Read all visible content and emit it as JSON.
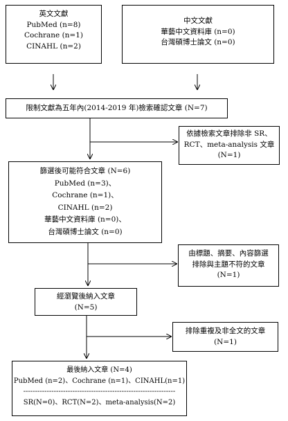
{
  "english_sources": {
    "title": "英文文獻",
    "lines": [
      "PubMed (n=8)",
      "Cochrane (n=1)",
      "CINAHL (n=2)"
    ]
  },
  "chinese_sources": {
    "title": "中文文獻",
    "lines": [
      "華藝中文資料庫  (n=0)",
      "台灣碩博士論文  (n=0)"
    ]
  },
  "restrict": {
    "text": "限制文獻為五年內(2014-2019 年)檢索確認文章 (N=7)"
  },
  "exclude1": {
    "lines": [
      "依據檢索文章排除非 SR、",
      "RCT、meta-analysis 文章",
      "(N=1)"
    ]
  },
  "screened": {
    "lines": [
      "篩選後可能符合文章 (N=6)",
      "PubMed (n=3)、",
      "Cochrane (n=1)、",
      "CINAHL (n=2)",
      "華藝中文資料庫  (n=0)、",
      "台灣碩博士論文  (n=0)"
    ]
  },
  "exclude2": {
    "lines": [
      "由標題、摘要、內容篩選",
      "排除與主題不符的文章",
      "(N=1)"
    ]
  },
  "browsed": {
    "lines": [
      "經瀏覽後納入文章",
      "(N=5)"
    ]
  },
  "exclude3": {
    "lines": [
      "排除重複及非全文的文章",
      "(N=1)"
    ]
  },
  "final": {
    "lines": [
      "最後納入文章 (N=4)",
      "PubMed (n=2)、Cochrane (n=1)、CINAHL(n=1)"
    ],
    "divider": "-----------------------------------------------------------------",
    "bottom": "SR(N=0)、RCT(N=2)、meta-analysis(N=2)"
  }
}
